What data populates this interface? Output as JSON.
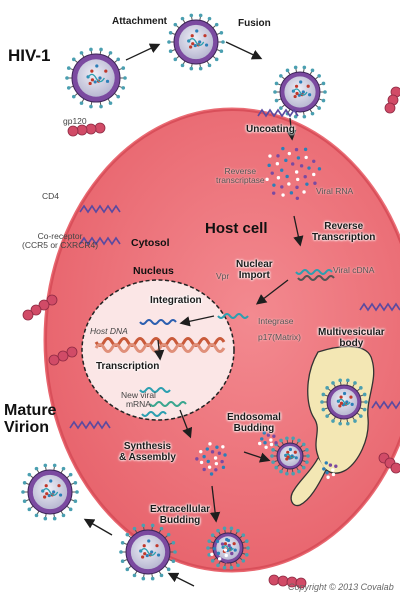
{
  "labels": {
    "hiv1": "HIV-1",
    "attachment": "Attachment",
    "fusion": "Fusion",
    "gp120": "gp120",
    "cd4": "CD4",
    "coreceptor_l1": "Co-receptor",
    "coreceptor_l2": "(CCR5 or CXRCR4)",
    "uncoating": "Uncoating",
    "reverse_transcriptase_l1": "Reverse",
    "reverse_transcriptase_l2": "transcriptase",
    "viral_rna": "Viral RNA",
    "host_cell": "Host cell",
    "reverse_transcription_l1": "Reverse",
    "reverse_transcription_l2": "Transcription",
    "cytosol": "Cytosol",
    "nucleus": "Nucleus",
    "vpr": "Vpr",
    "nuclear_import_l1": "Nuclear",
    "nuclear_import_l2": "Import",
    "viral_cdna": "Viral cDNA",
    "integration": "Integration",
    "host_dna": "Host DNA",
    "integrase": "Integrase",
    "p17": "p17(Matrix)",
    "multivesicular_l1": "Multivesicular",
    "multivesicular_l2": "body",
    "transcription": "Transcription",
    "new_viral_l1": "New viral",
    "new_viral_l2": "mRNA",
    "mature_l1": "Mature",
    "mature_l2": "Virion",
    "endosomal_l1": "Endosomal",
    "endosomal_l2": "Budding",
    "synthesis_l1": "Synthesis",
    "synthesis_l2": "& Assembly",
    "extracellular_l1": "Extracellular",
    "extracellular_l2": "Budding",
    "copyright": "Copyright © 2013 Covalab"
  },
  "colors": {
    "cytoplasm": "#ec6f76",
    "membrane": "#d94f5a",
    "nucleus": "#fbe6e6",
    "virion_coat": "#7b4aa0",
    "virion_inner": "#d7d7e8",
    "mvb": "#f3e7b4",
    "receptor": "#d14b67",
    "arrow": "#1e1e1e"
  },
  "icons": [
    "virion-icon",
    "receptor-icon",
    "arrow-icon",
    "dna-icon",
    "rna-icon"
  ]
}
